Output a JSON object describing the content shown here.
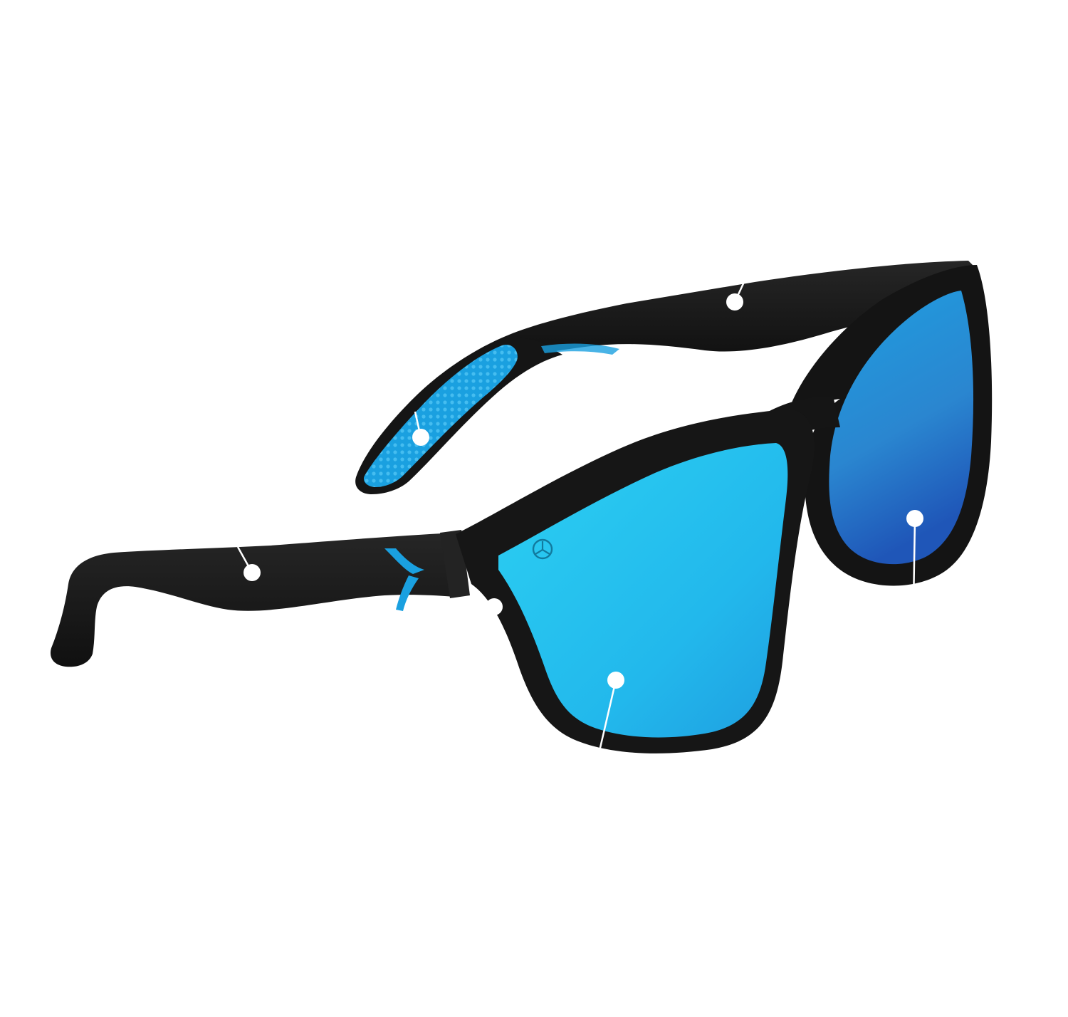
{
  "product": {
    "frame_color": "#151515",
    "frame_edge_color": "#2a2a2a",
    "accent_color": "#1aa0e0",
    "lens_colors": [
      "#2cd0f2",
      "#1f9ee0",
      "#1f56b8"
    ],
    "logo_icon": "circle-tri-mark-icon"
  },
  "hotspots": [
    {
      "id": "temple-top",
      "icon": "hotspot-dot-icon"
    },
    {
      "id": "grip-pad",
      "icon": "hotspot-dot-icon"
    },
    {
      "id": "right-lens",
      "icon": "hotspot-dot-icon"
    },
    {
      "id": "left-temple",
      "icon": "hotspot-dot-icon"
    },
    {
      "id": "hinge",
      "icon": "hotspot-dot-icon"
    },
    {
      "id": "front-lens",
      "icon": "hotspot-dot-icon"
    }
  ]
}
